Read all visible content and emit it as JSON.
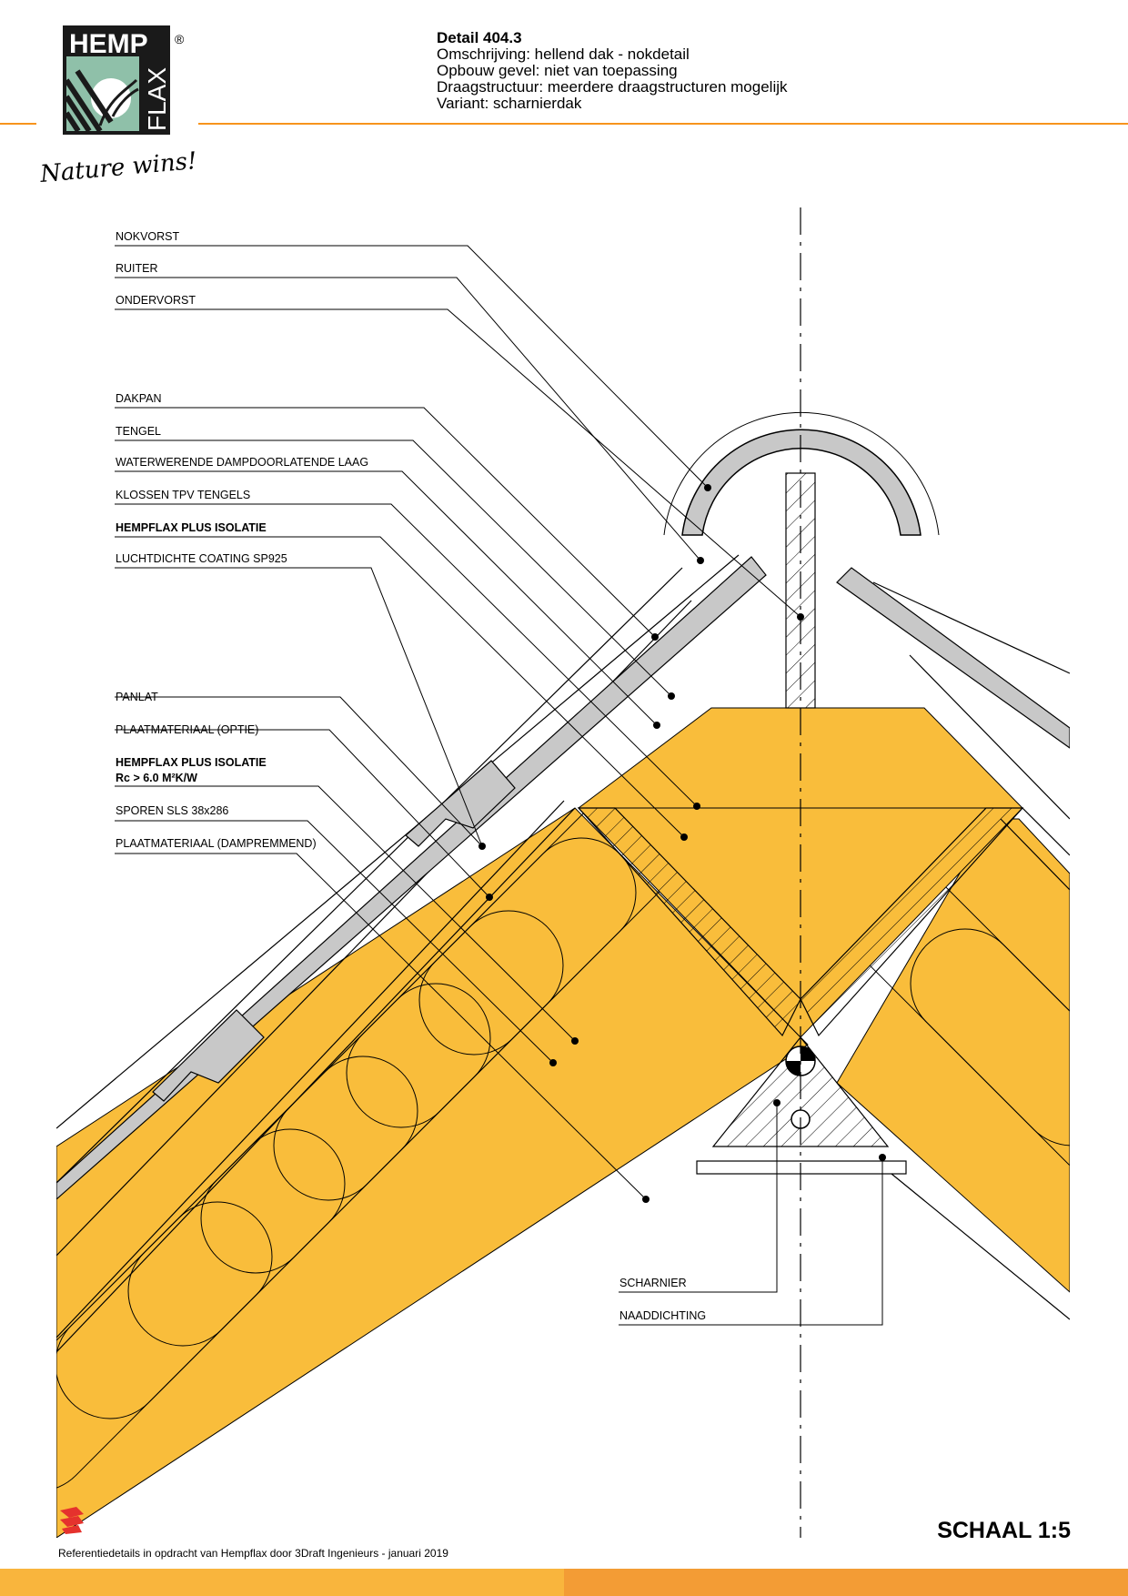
{
  "logo": {
    "brand_top": "HEMP",
    "brand_side": "FLAX",
    "registered": "®",
    "tagline": "Nature wins!"
  },
  "header": {
    "title": "Detail 404.3",
    "line1": "Omschrijving: hellend dak - nokdetail",
    "line2": "Opbouw gevel: niet van toepassing",
    "line3": "Draagstructuur: meerdere draagstructuren mogelijk",
    "line4": "Variant: scharnierdak"
  },
  "labels": {
    "nokvorst": "NOKVORST",
    "ruiter": "RUITER",
    "ondervorst": "ONDERVORST",
    "dakpan": "DAKPAN",
    "tengel": "TENGEL",
    "waterwerende": "WATERWERENDE DAMPDOORLATENDE LAAG",
    "klossen": "KLOSSEN TPV TENGELS",
    "isolatie1": "HEMPFLAX PLUS ISOLATIE",
    "luchtdicht": "LUCHTDICHTE COATING SP925",
    "panlat": "PANLAT",
    "plaat_optie": "PLAATMATERIAAL (OPTIE)",
    "isolatie2": "HEMPFLAX PLUS ISOLATIE",
    "isolatie2_rc": "Rc > 6.0 M²K/W",
    "sporen": "SPOREN SLS 38x286",
    "plaat_damp": "PLAATMATERIAAL (DAMPREMMEND)",
    "scharnier": "SCHARNIER",
    "naaddichting": "NAADDICHTING"
  },
  "scale": "SCHAAL 1:5",
  "footer": "Referentiedetails in opdracht van Hempflax door 3Draft Ingenieurs  -  januari 2019",
  "colors": {
    "accent": "#f7941d",
    "insulation": "#f9bd3b",
    "tile": "#c8c8c8",
    "logo_green": "#8fc0a9"
  }
}
